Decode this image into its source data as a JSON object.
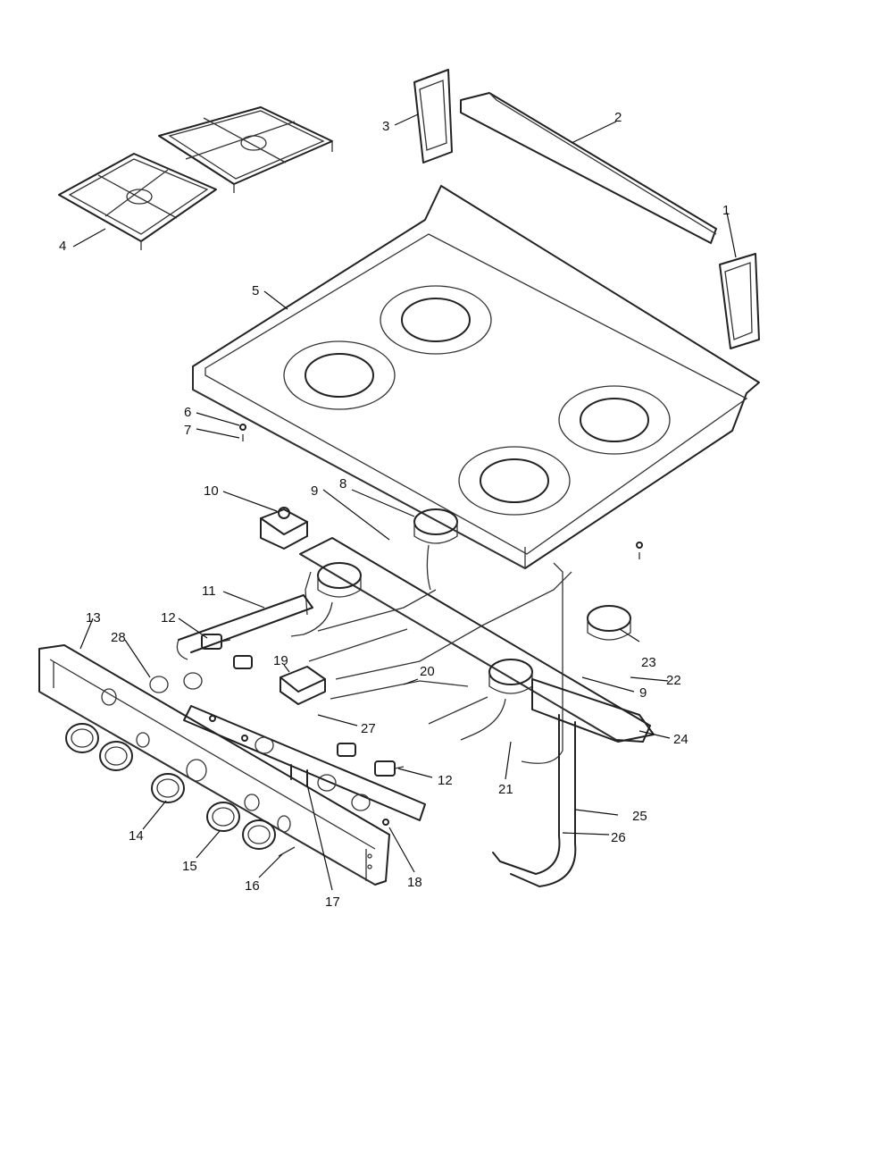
{
  "callouts": {
    "c1": "1",
    "c2": "2",
    "c3": "3",
    "c4": "4",
    "c5": "5",
    "c6": "6",
    "c7": "7",
    "c8": "8",
    "c9a": "9",
    "c9b": "9",
    "c10": "10",
    "c11": "11",
    "c12a": "12",
    "c12b": "12",
    "c13": "13",
    "c14": "14",
    "c15": "15",
    "c16": "16",
    "c17": "17",
    "c18": "18",
    "c19": "19",
    "c20": "20",
    "c21": "21",
    "c22": "22",
    "c23": "23",
    "c24": "24",
    "c25": "25",
    "c26": "26",
    "c27": "27",
    "c28": "28"
  }
}
